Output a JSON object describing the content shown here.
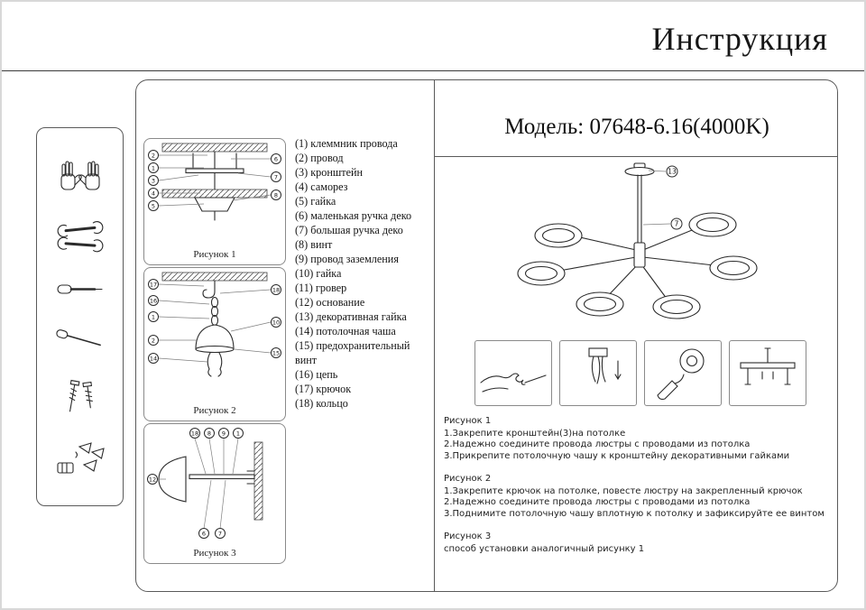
{
  "page": {
    "title": "Инструкция"
  },
  "model": {
    "label": "Модель: 07648-6.16(4000K)"
  },
  "tools": {
    "items": [
      "gloves",
      "wrenches",
      "screwdriver",
      "awl",
      "screws",
      "dowels-and-wedges"
    ]
  },
  "parts": [
    "(1) клеммник провода",
    "(2) провод",
    "(3) кронштейн",
    "(4) саморез",
    "(5) гайка",
    "(6) маленькая ручка деко",
    "(7) большая ручка деко",
    "(8) винт",
    "(9) провод заземления",
    "(10) гайка",
    "(11) гровер",
    "(12) основание",
    "(13) декоративная гайка",
    "(14) потолочная чаша",
    "(15) предохранительный винт",
    "(16) цепь",
    "(17) крючок",
    "(18) кольцо"
  ],
  "figures": [
    {
      "caption": "Рисунок 1",
      "callouts": {
        "left": [
          "2",
          "1",
          "3",
          "4",
          "5"
        ],
        "right": [
          "6",
          "7",
          "8"
        ]
      }
    },
    {
      "caption": "Рисунок 2",
      "callouts": {
        "left": [
          "17",
          "16",
          "1",
          "2",
          "14"
        ],
        "right": [
          "18",
          "10",
          "15"
        ]
      }
    },
    {
      "caption": "Рисунок 3",
      "callouts": {
        "top": [
          "18",
          "8",
          "9",
          "1"
        ],
        "side": [
          "12"
        ],
        "bottom": [
          "6",
          "7"
        ]
      }
    }
  ],
  "chandelier": {
    "callouts": [
      "13",
      "7"
    ]
  },
  "instructions": [
    {
      "title": "Рисунок 1",
      "steps": [
        "1.Закрепите кронштейн(3)на потолке",
        "2.Надежно соедините провода люстры с проводами из потолка",
        "3.Прикрепите потолочную чашу к кронштейну декоративными гайками"
      ]
    },
    {
      "title": "Рисунок 2",
      "steps": [
        "1.Закрепите крючок на потолке, повесте люстру на закрепленный крючок",
        "2.Надежно соедините провода люстры с проводами из потолка",
        "3.Поднимите потолочную чашу вплотную к потолку и зафиксируйте ее винтом"
      ]
    },
    {
      "title": "Рисунок 3",
      "steps": [
        "способ установки аналогичный рисунку 1"
      ]
    }
  ]
}
